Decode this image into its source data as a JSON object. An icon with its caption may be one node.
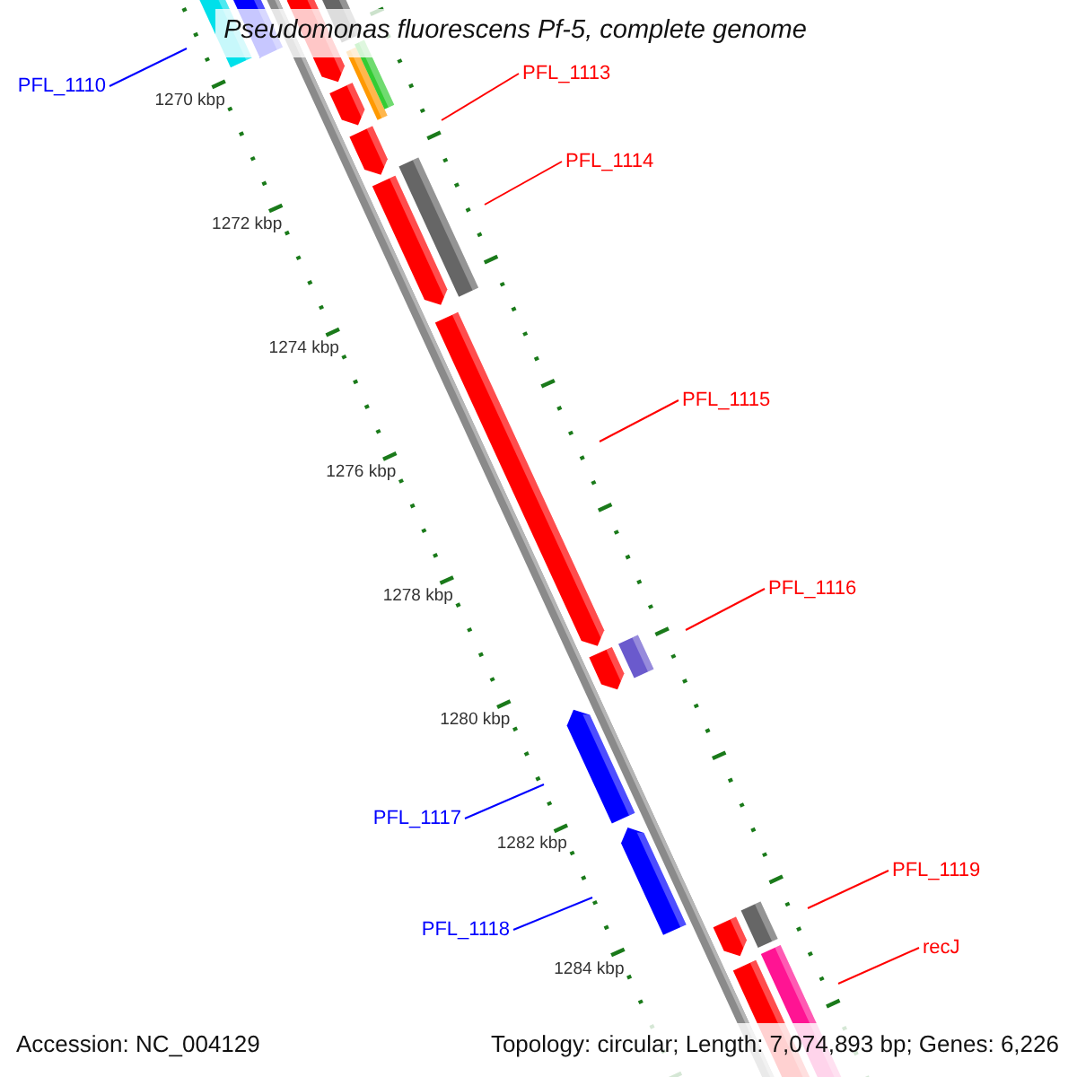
{
  "diagram": {
    "title": "Pseudomonas fluorescens Pf-5, complete genome",
    "nodes": [
      {
        "text": [
          "PFL_1110"
        ]
      },
      {
        "text": [
          "PFL_1113"
        ]
      },
      {
        "text": [
          "PFL_1114"
        ]
      },
      {
        "text": [
          "PFL_1115"
        ]
      },
      {
        "text": [
          "PFL_1116"
        ]
      },
      {
        "text": [
          "PFL_1117"
        ]
      },
      {
        "text": [
          "PFL_1118"
        ]
      },
      {
        "text": [
          "PFL_1119"
        ]
      },
      {
        "text": [
          "recJ"
        ]
      }
    ],
    "edges": [
      {
        "from": 0,
        "to": null,
        "arrow": "none",
        "color": "#0000ff"
      },
      {
        "from": 1,
        "to": null,
        "arrow": "none"
      },
      {
        "from": 2,
        "to": null,
        "arrow": "none"
      },
      {
        "from": 3,
        "to": null,
        "arrow": "none"
      },
      {
        "from": 4,
        "to": null,
        "arrow": "none"
      },
      {
        "from": 5,
        "to": null,
        "arrow": "none",
        "color": "#0000ff"
      },
      {
        "from": 6,
        "to": null,
        "arrow": "none",
        "color": "#0000ff"
      },
      {
        "from": 7,
        "to": null,
        "arrow": "none"
      },
      {
        "from": 8,
        "to": null,
        "arrow": "none"
      }
    ],
    "labels": [
      "1270 kbp",
      "1272 kbp",
      "1274 kbp",
      "1276 kbp",
      "1278 kbp",
      "1280 kbp",
      "1282 kbp",
      "1284 kbp",
      "Accession: NC_004129",
      "Topology: circular; Length: 7,074,893 bp; Genes: 6,226"
    ]
  }
}
